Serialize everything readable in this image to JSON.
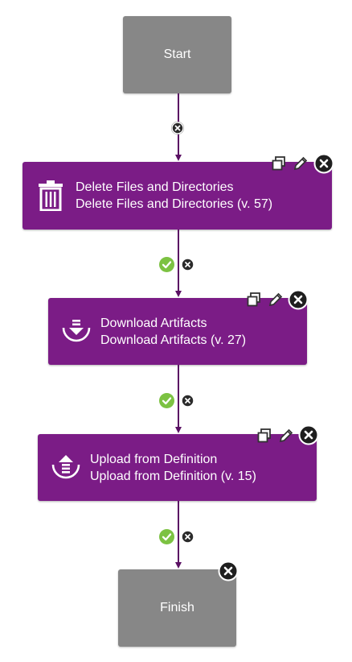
{
  "start": {
    "label": "Start"
  },
  "finish": {
    "label": "Finish"
  },
  "steps": [
    {
      "title": "Delete Files and Directories",
      "subtitle": "Delete Files and Directories (v. 57)",
      "icon": "trash-icon"
    },
    {
      "title": "Download Artifacts",
      "subtitle": "Download Artifacts (v. 27)",
      "icon": "download-icon"
    },
    {
      "title": "Upload from Definition",
      "subtitle": "Upload from Definition (v. 15)",
      "icon": "upload-icon"
    }
  ],
  "colors": {
    "step_bg": "#7b1c86",
    "node_gray": "#878787",
    "connector": "#5a1063",
    "success": "#7cc242",
    "delete_badge": "#2b2b2b"
  },
  "icons": [
    "copy-icon",
    "edit-pencil-icon",
    "delete-x-icon",
    "success-check-icon",
    "failure-x-icon"
  ]
}
